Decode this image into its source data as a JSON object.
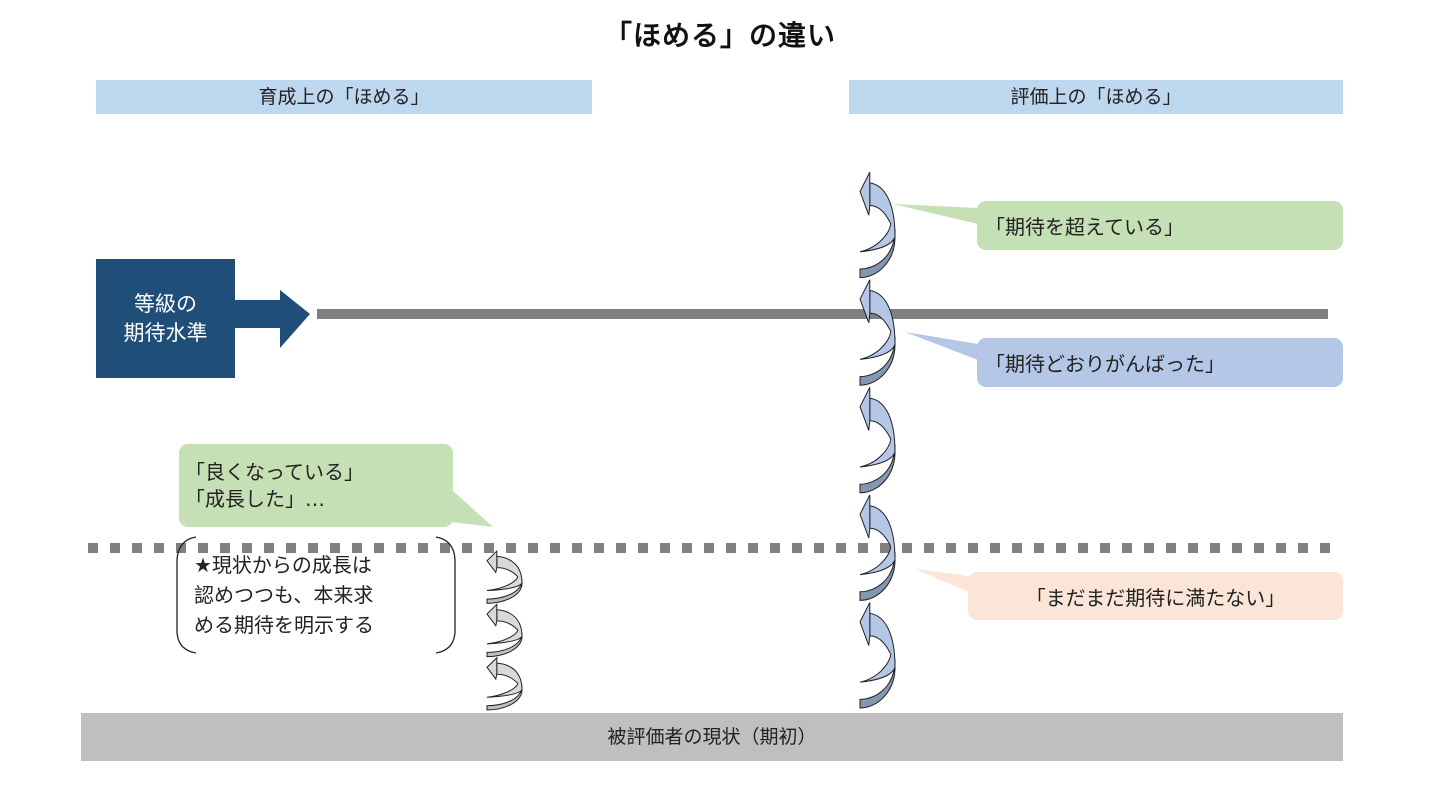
{
  "title": "「ほめる」の違い",
  "headers": {
    "left": "育成上の「ほめる」",
    "right": "評価上の「ほめる」"
  },
  "expectation_box": {
    "lines": [
      "等級の",
      "期待水準"
    ]
  },
  "callouts": {
    "exceed": "「期待を超えている」",
    "as_expected": "「期待どおりがんばった」",
    "not_yet": "「まだまだ期待に満たない」",
    "growth": {
      "lines": [
        "「良くなっている」",
        "「成長した」…"
      ]
    }
  },
  "note": {
    "lines": [
      "★現状からの成長は",
      "認めつつも、本来求",
      "める期待を明示する"
    ]
  },
  "bottom_bar": "被評価者の現状（期初）",
  "spirals": {
    "evaluation_segments": 5,
    "development_segments": 3
  },
  "colors": {
    "header_blue": "#bdd7ee",
    "expectation_navy": "#1f4e79",
    "callout_green": "#c5e0b4",
    "callout_blue": "#b4c7e7",
    "callout_peach": "#fbe5d6",
    "line_gray": "#808080",
    "bar_gray": "#bfbfbf",
    "spiral_front": "#b4c7e7",
    "spiral_back": "#8497b0",
    "spiral_small_front": "#d9d9d9",
    "spiral_small_back": "#bfbfbf"
  }
}
